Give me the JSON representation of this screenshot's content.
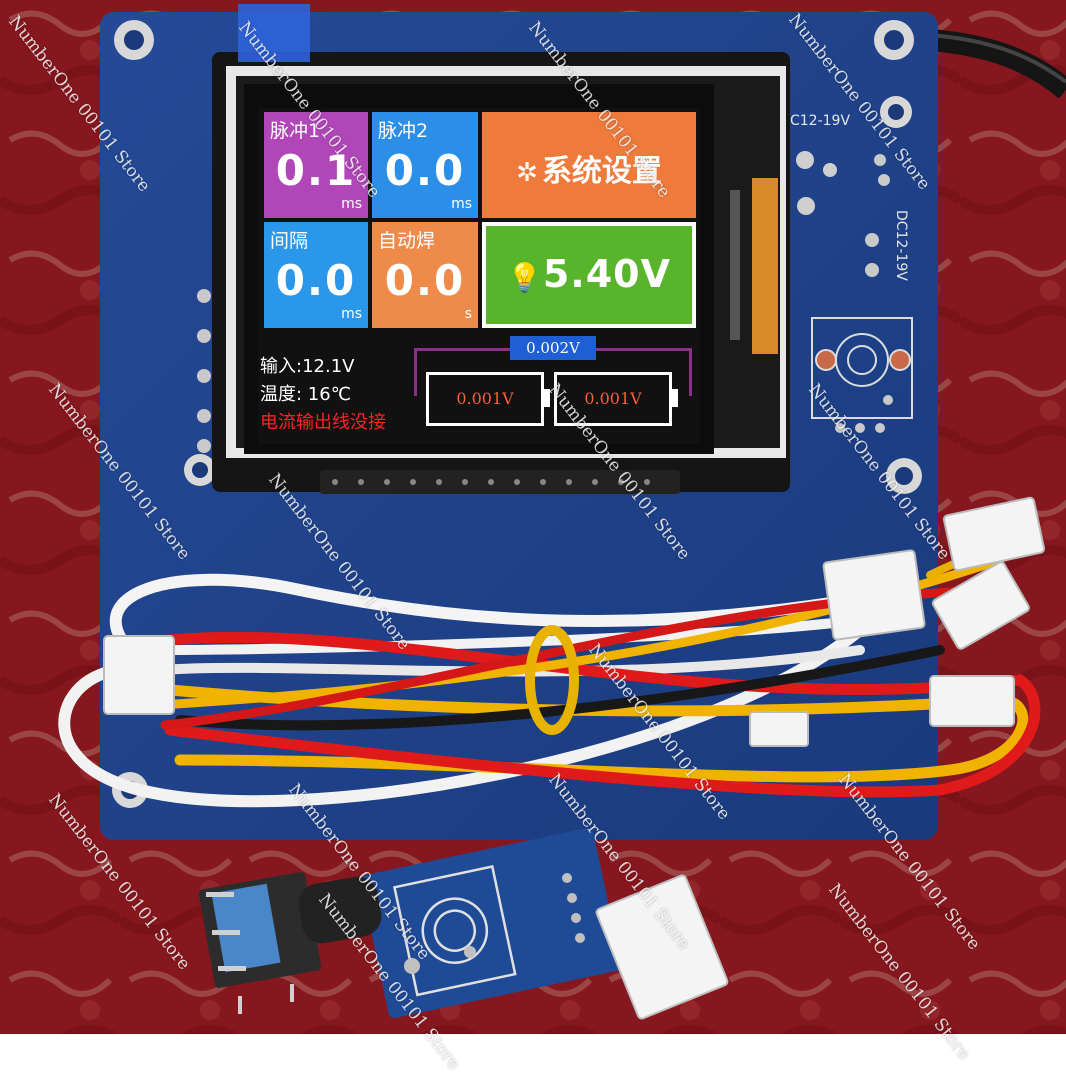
{
  "lcd": {
    "tiles": {
      "pulse1": {
        "label": "脉冲1",
        "value": "0.1",
        "unit": "ms",
        "color": "#b146b8"
      },
      "pulse2": {
        "label": "脉冲2",
        "value": "0.0",
        "unit": "ms",
        "color": "#2b8fe8"
      },
      "settings": {
        "label": "系统设置",
        "color": "#ee7a3c"
      },
      "interval": {
        "label": "间隔",
        "value": "0.0",
        "unit": "ms",
        "color": "#2b97ea"
      },
      "autoweld": {
        "label": "自动焊",
        "value": "0.0",
        "unit": "s",
        "color": "#ee8a4a"
      },
      "voltage": {
        "value": "5.40V",
        "color": "#58b42a"
      }
    },
    "status": {
      "input": "输入:12.1V",
      "temperature": "温度: 16℃",
      "warning": "电流输出线没接",
      "warning_color": "#ff2222"
    },
    "meter": {
      "total": "0.002V",
      "left": "0.001V",
      "right": "0.001V"
    }
  },
  "pcb": {
    "silkscreen_top": "C12-19V",
    "silkscreen_side": "DC12-19V"
  },
  "watermark": "NumberOne 00101 Store"
}
